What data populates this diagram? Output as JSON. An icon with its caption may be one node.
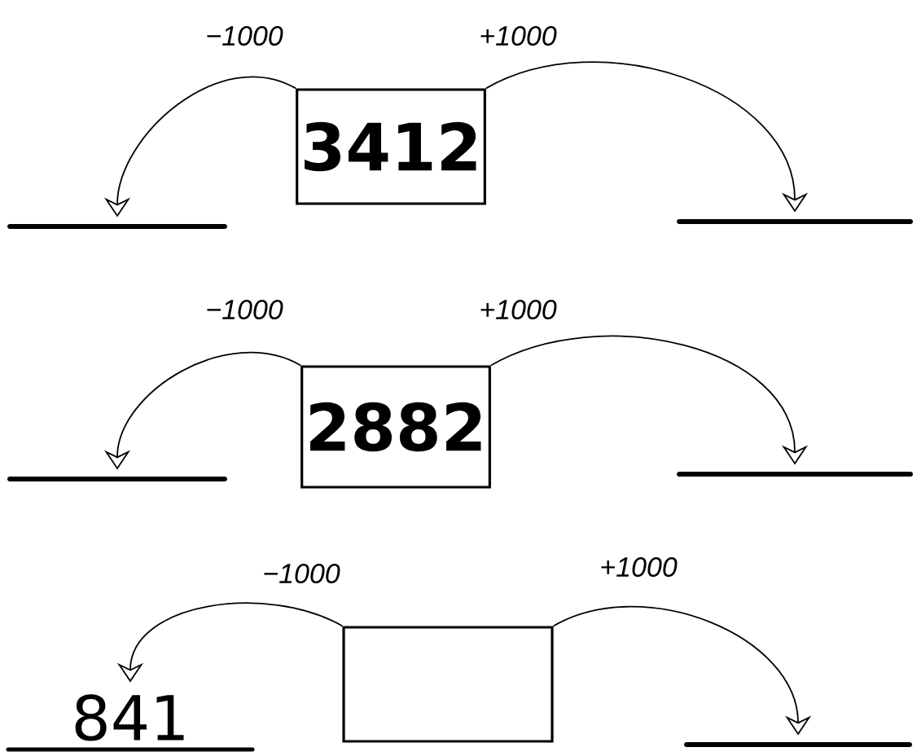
{
  "diagram": {
    "nodes": [
      {
        "text": [
          "3412"
        ]
      },
      {
        "text": [],
        "shape": "bar"
      },
      {
        "text": [],
        "shape": "bar"
      },
      {
        "text": [
          "2882"
        ]
      },
      {
        "text": [],
        "shape": "bar"
      },
      {
        "text": [],
        "shape": "bar"
      },
      {
        "text": [],
        "shape": "box"
      },
      {
        "text": [
          "841"
        ]
      },
      {
        "text": [],
        "shape": "bar"
      }
    ],
    "edges": [
      {
        "from": 0,
        "to": 1,
        "arrow": "to",
        "label": "−1000"
      },
      {
        "from": 0,
        "to": 2,
        "arrow": "to",
        "label": "+1000"
      },
      {
        "from": 3,
        "to": 4,
        "arrow": "to",
        "label": "−1000"
      },
      {
        "from": 3,
        "to": 5,
        "arrow": "to",
        "label": "+1000"
      },
      {
        "from": 6,
        "to": 7,
        "arrow": "to",
        "label": "−1000"
      },
      {
        "from": 6,
        "to": 8,
        "arrow": "to",
        "label": "+1000"
      }
    ]
  }
}
